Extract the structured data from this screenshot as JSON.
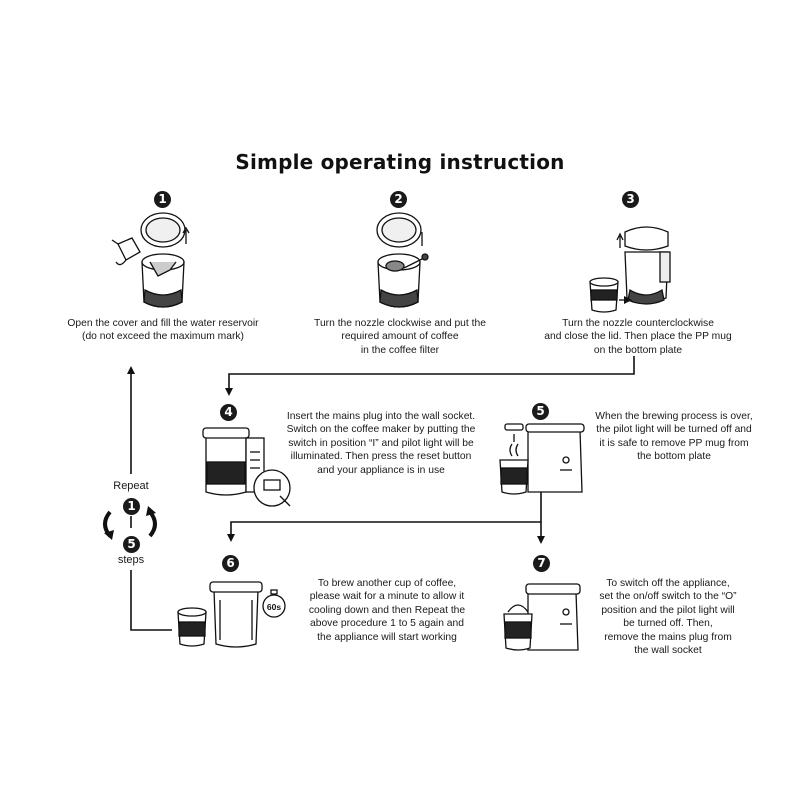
{
  "title": "Simple operating instruction",
  "steps": [
    {
      "number": "1",
      "lines": [
        "Open the cover and fill the water reservoir",
        "(do not exceed the maximum mark)"
      ]
    },
    {
      "number": "2",
      "lines": [
        "Turn the nozzle clockwise and put the",
        "required amount of coffee",
        "in the coffee filter"
      ]
    },
    {
      "number": "3",
      "lines": [
        "Turn the nozzle counterclockwise",
        "and close the lid.  Then place the PP mug",
        "on the bottom plate"
      ]
    },
    {
      "number": "4",
      "lines": [
        "Insert the mains plug into the wall socket.",
        "Switch on the coffee maker by putting the",
        "switch in position “I” and pilot light will be",
        "illuminated. Then press the reset button",
        "and your appliance is in use"
      ]
    },
    {
      "number": "5",
      "lines": [
        "When the brewing process is over,",
        "the pilot light will be turned off and",
        "it is safe to remove PP mug from",
        "the bottom plate"
      ]
    },
    {
      "number": "6",
      "lines": [
        "To brew another cup of coffee,",
        "please wait for a minute to allow it",
        "cooling down and then  Repeat the",
        "above procedure 1 to 5 again and",
        "the appliance will start working"
      ],
      "timer_label": "60s"
    },
    {
      "number": "7",
      "lines": [
        "To switch off the appliance,",
        "set the on/off switch to the “O”",
        "position and the pilot light will",
        "be turned off.  Then,",
        "remove the mains plug from",
        "the wall socket"
      ]
    }
  ],
  "repeat": {
    "label_top": "Repeat",
    "from": "1",
    "to": "5",
    "label_bottom": "steps"
  }
}
